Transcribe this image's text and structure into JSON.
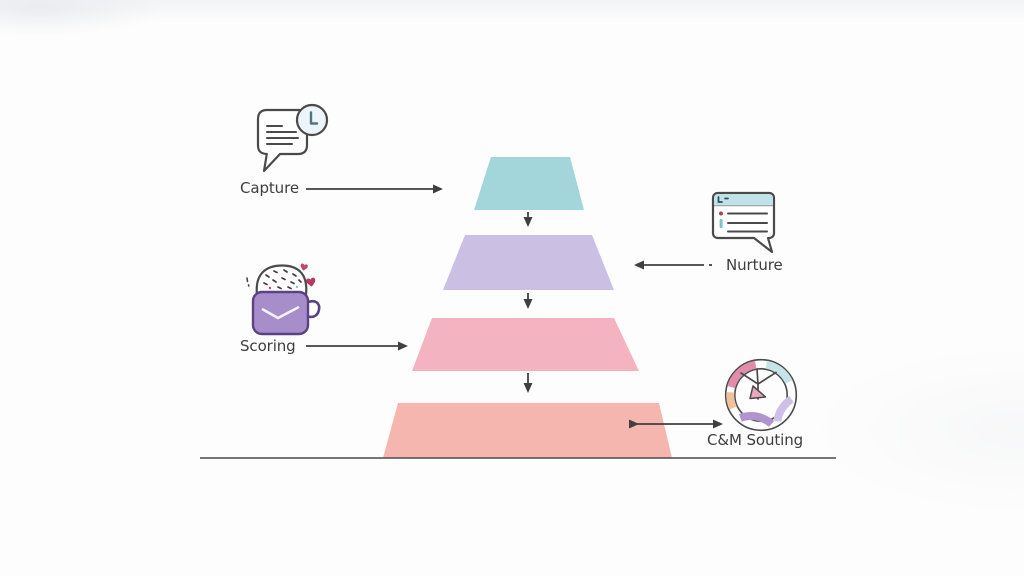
{
  "diagram": {
    "type": "lead-management-funnel",
    "stages": [
      {
        "label": "Capture",
        "icon": "chat-bubble-clock-icon",
        "level_color": "#a2d6da",
        "label_side": "left"
      },
      {
        "label": "Nurture",
        "icon": "browser-message-icon",
        "level_color": "#cbc0e4",
        "label_side": "right"
      },
      {
        "label": "Scoring",
        "icon": "mug-icon",
        "level_color": "#f4b3c0",
        "label_side": "left"
      },
      {
        "label": "C&M Souting",
        "icon": "segmented-ring-icon",
        "level_color": "#f5b6af",
        "label_side": "right"
      }
    ],
    "colors": {
      "text": "#3d3d3d",
      "arrow": "#3f3f3f",
      "baseline": "#4a4a4a",
      "level1": "#a2d6da",
      "level2": "#cbc0e4",
      "level3": "#f4b3c0",
      "level4": "#f5b6af",
      "icon_outline": "#4a4a4a",
      "badge_fill": "#ecf5f9",
      "clock_hand": "#527482",
      "header_teal": "#bfe3e8",
      "bullet_red": "#a04a52",
      "bullet_teal": "#7fc4c9",
      "mug_purple": "#a78ecb",
      "mug_outline": "#5b4383",
      "froth_white": "#ffffff",
      "sprinkle": "#463a3a",
      "heart_pink": "#c2476d",
      "heart_dark": "#b53a5f",
      "ring_pink": "#e08cab",
      "ring_teal": "#c6e3e7",
      "ring_lavender": "#cfc0e8",
      "ring_purple": "#b193ce",
      "ring_peach": "#f0c29c",
      "pin_pink": "#eba7bc"
    }
  }
}
